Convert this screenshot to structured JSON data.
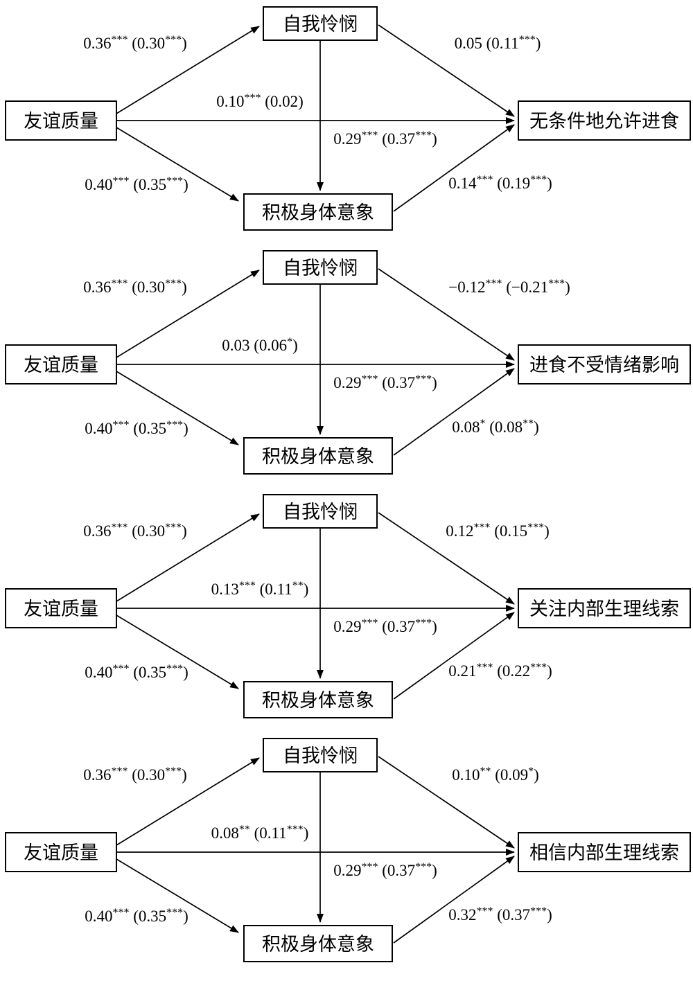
{
  "figure_color": "#000000",
  "background_color": "#ffffff",
  "diagrams": [
    {
      "nodes": {
        "predictor": "友谊质量",
        "mediator_top": "自我怜悯",
        "mediator_bottom": "积极身体意象",
        "outcome": "无条件地允许进食"
      },
      "coefs": {
        "predictor_to_mtop": "0.36*** (0.30***)",
        "direct": "0.10*** (0.02)",
        "mtop_to_mbottom": "0.29*** (0.37***)",
        "predictor_to_mbottom": "0.40*** (0.35***)",
        "mtop_to_outcome": "0.05 (0.11***)",
        "mbottom_to_outcome": "0.14*** (0.19***)"
      }
    },
    {
      "nodes": {
        "predictor": "友谊质量",
        "mediator_top": "自我怜悯",
        "mediator_bottom": "积极身体意象",
        "outcome": "进食不受情绪影响"
      },
      "coefs": {
        "predictor_to_mtop": "0.36*** (0.30***)",
        "direct": "0.03 (0.06*)",
        "mtop_to_mbottom": "0.29*** (0.37***)",
        "predictor_to_mbottom": "0.40*** (0.35***)",
        "mtop_to_outcome": "−0.12*** (−0.21***)",
        "mbottom_to_outcome": "0.08* (0.08**)"
      }
    },
    {
      "nodes": {
        "predictor": "友谊质量",
        "mediator_top": "自我怜悯",
        "mediator_bottom": "积极身体意象",
        "outcome": "关注内部生理线索"
      },
      "coefs": {
        "predictor_to_mtop": "0.36*** (0.30***)",
        "direct": "0.13*** (0.11**)",
        "mtop_to_mbottom": "0.29*** (0.37***)",
        "predictor_to_mbottom": "0.40*** (0.35***)",
        "mtop_to_outcome": "0.12*** (0.15***)",
        "mbottom_to_outcome": "0.21*** (0.22***)"
      }
    },
    {
      "nodes": {
        "predictor": "友谊质量",
        "mediator_top": "自我怜悯",
        "mediator_bottom": "积极身体意象",
        "outcome": "相信内部生理线索"
      },
      "coefs": {
        "predictor_to_mtop": "0.36*** (0.30***)",
        "direct": "0.08** (0.11***)",
        "mtop_to_mbottom": "0.29*** (0.37***)",
        "predictor_to_mbottom": "0.40*** (0.35***)",
        "mtop_to_outcome": "0.10** (0.09*)",
        "mbottom_to_outcome": "0.32*** (0.37***)"
      }
    }
  ]
}
